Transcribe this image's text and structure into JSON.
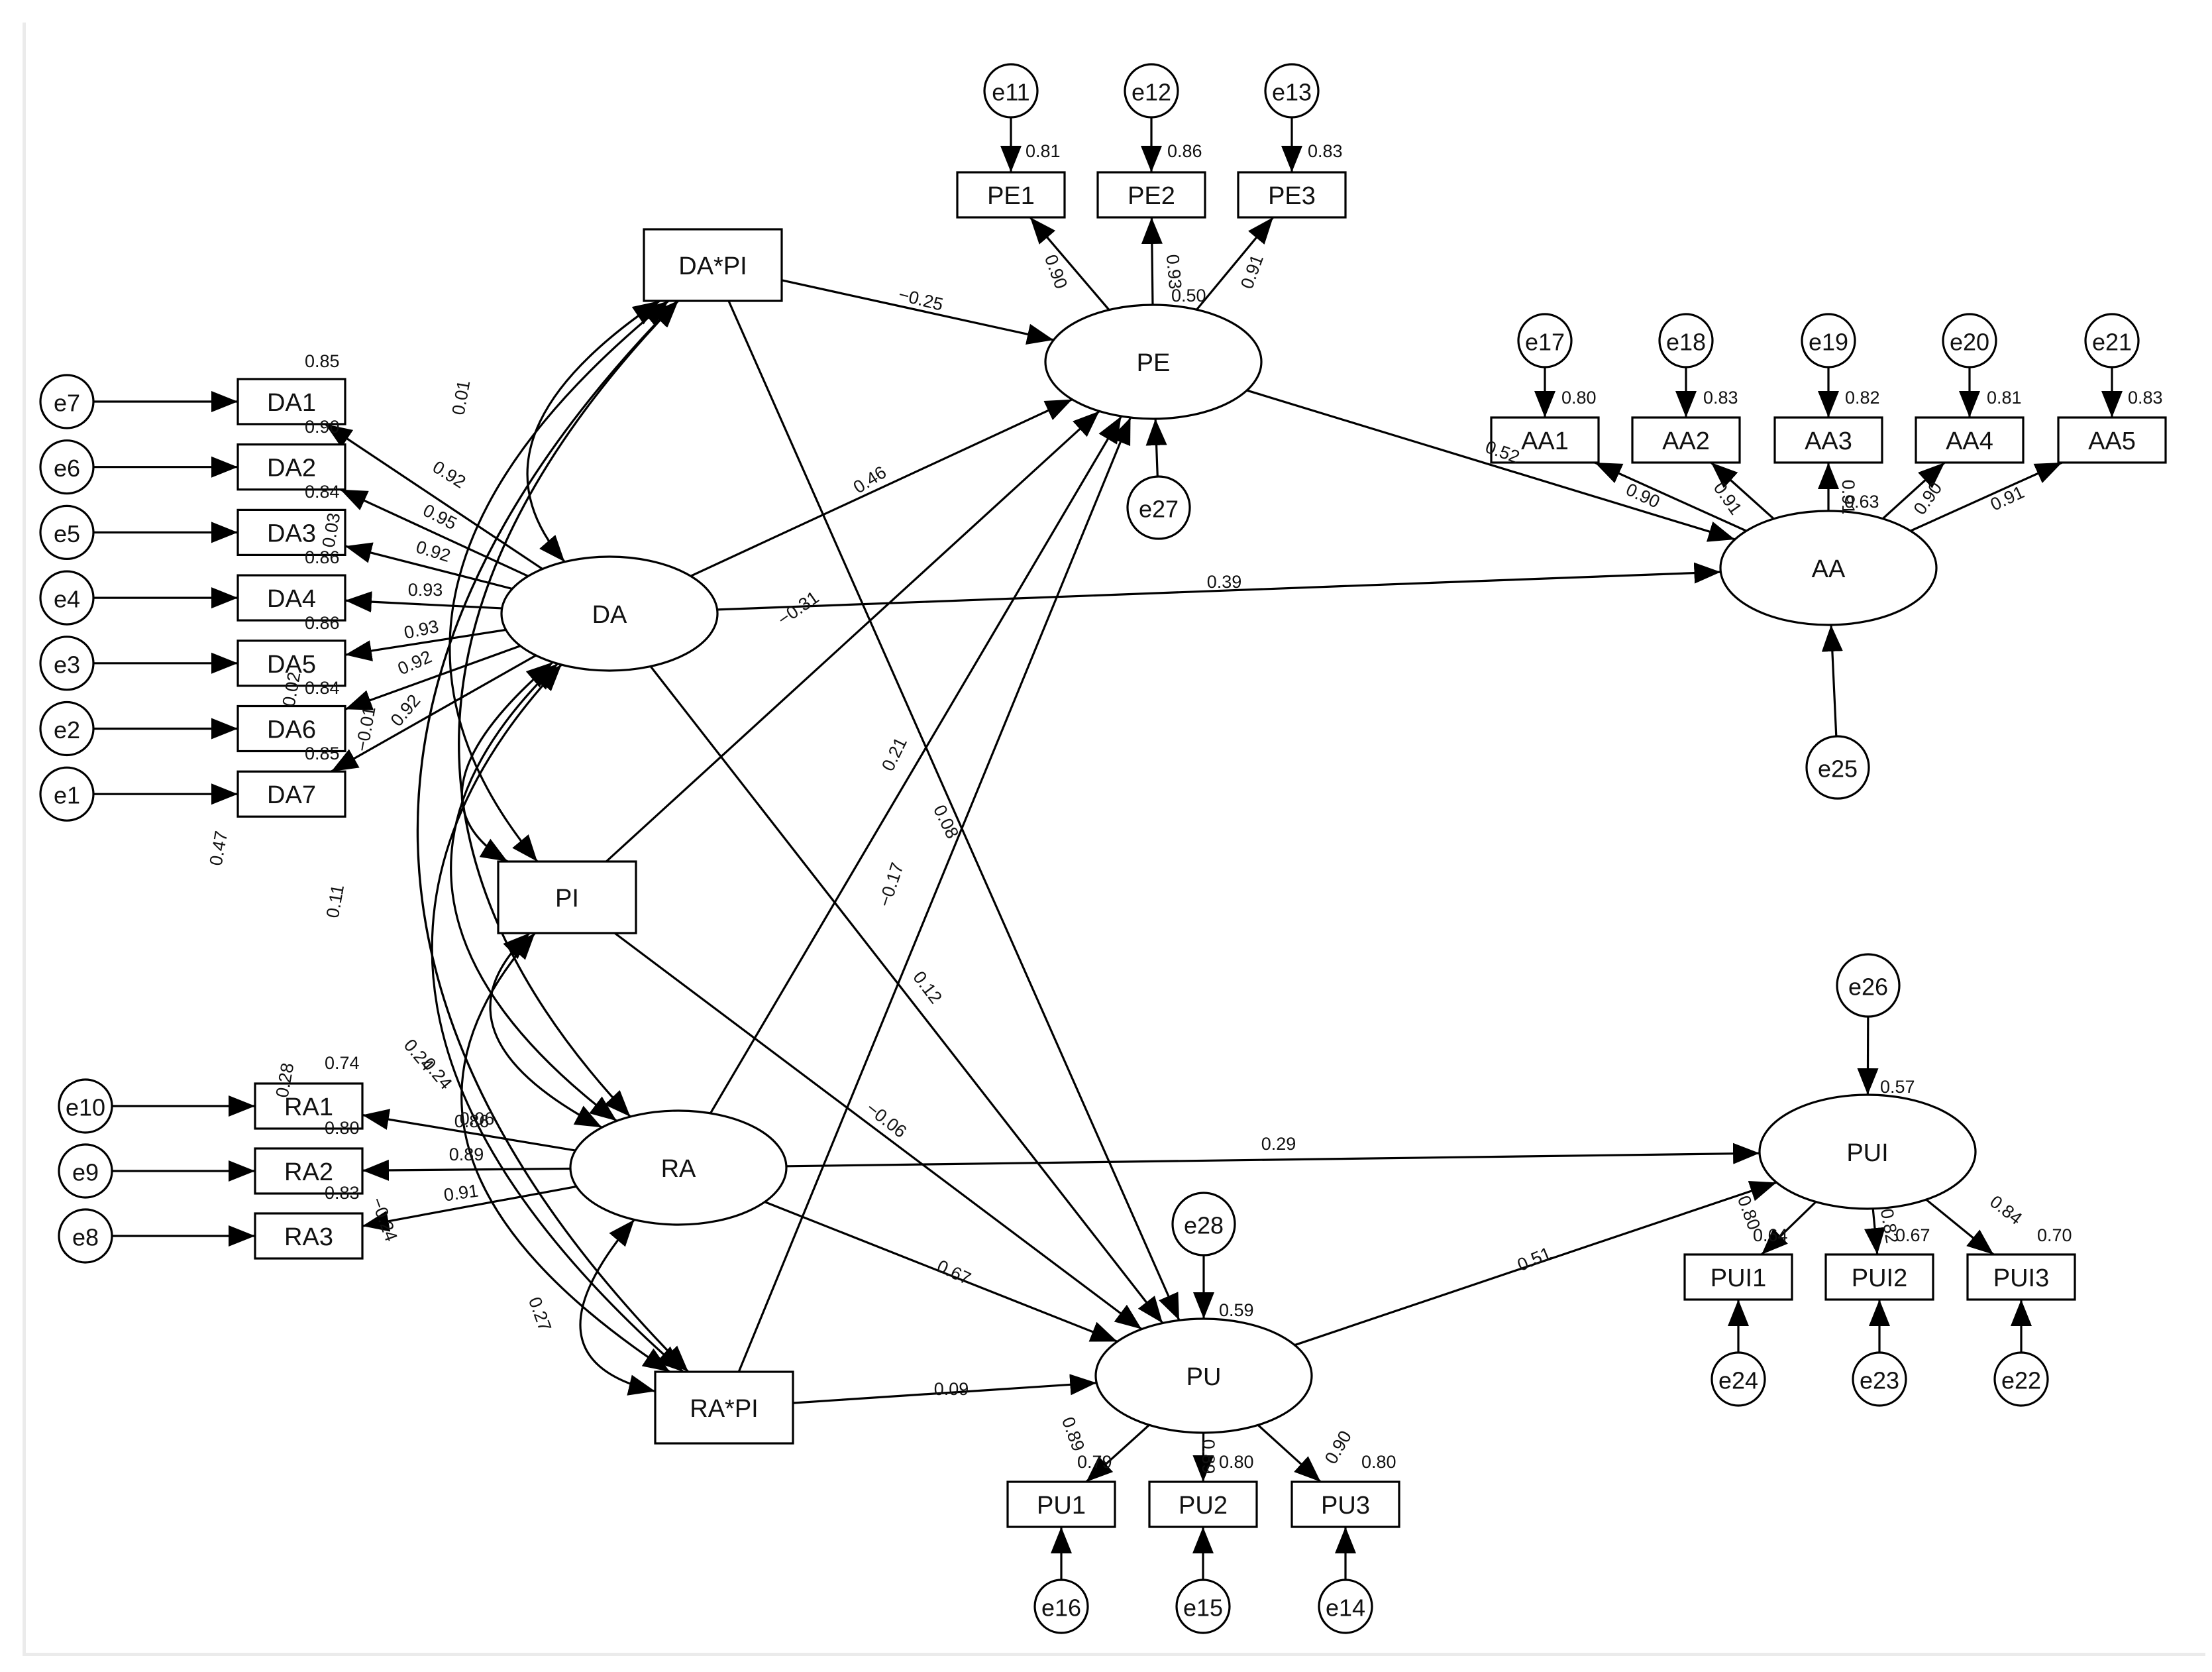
{
  "observed": [
    "DA*PI",
    "PE1",
    "PE2",
    "PE3",
    "AA1",
    "AA2",
    "AA3",
    "AA4",
    "AA5",
    "DA1",
    "DA2",
    "DA3",
    "DA4",
    "DA5",
    "DA6",
    "DA7",
    "PI",
    "RA1",
    "RA2",
    "RA3",
    "RA*PI",
    "PU1",
    "PU2",
    "PU3",
    "PUI1",
    "PUI2",
    "PUI3"
  ],
  "latent": [
    "PE",
    "AA",
    "DA",
    "RA",
    "PU",
    "PUI"
  ],
  "errors": [
    "e11",
    "e12",
    "e13",
    "e17",
    "e18",
    "e19",
    "e20",
    "e21",
    "e27",
    "e25",
    "e7",
    "e6",
    "e5",
    "e4",
    "e3",
    "e2",
    "e1",
    "e26",
    "e10",
    "e9",
    "e8",
    "e28",
    "e16",
    "e15",
    "e14",
    "e24",
    "e23",
    "e22"
  ],
  "paths": [
    {
      "from": "DA*PI",
      "to": "PE",
      "label": "−0.25"
    },
    {
      "from": "DA*PI",
      "to": "PU",
      "label": "0.08"
    },
    {
      "from": "DA",
      "to": "PE",
      "label": "0.46"
    },
    {
      "from": "DA",
      "to": "AA",
      "label": "0.39"
    },
    {
      "from": "DA",
      "to": "PU",
      "label": "0.12"
    },
    {
      "from": "PI",
      "to": "PE",
      "label": "−0.31"
    },
    {
      "from": "PI",
      "to": "PU",
      "label": "−0.06"
    },
    {
      "from": "RA",
      "to": "PE",
      "label": "0.21"
    },
    {
      "from": "RA",
      "to": "PUI",
      "label": "0.29"
    },
    {
      "from": "RA",
      "to": "PU",
      "label": "0.67"
    },
    {
      "from": "RA*PI",
      "to": "PE",
      "label": "−0.17"
    },
    {
      "from": "RA*PI",
      "to": "PU",
      "label": "0.09"
    },
    {
      "from": "PE",
      "to": "AA",
      "label": "0.52"
    },
    {
      "from": "PU",
      "to": "PUI",
      "label": "0.51"
    }
  ],
  "loadings": {
    "PE": [
      "0.90",
      "0.93",
      "0.91"
    ],
    "AA": [
      "0.90",
      "0.91",
      "0.91",
      "0.90",
      "0.91"
    ],
    "DA": [
      "0.92",
      "0.95",
      "0.92",
      "0.93",
      "0.93",
      "0.92",
      "0.92"
    ],
    "RA": [
      "0.86",
      "0.89",
      "0.91"
    ],
    "PU": [
      "0.89",
      "0.89",
      "0.90"
    ],
    "PUI": [
      "0.80",
      "0.82",
      "0.84"
    ]
  },
  "squared_multiple_correlations": {
    "PE1": "0.81",
    "PE2": "0.86",
    "PE3": "0.83",
    "PE": "0.50",
    "AA1": "0.80",
    "AA2": "0.83",
    "AA3": "0.82",
    "AA4": "0.81",
    "AA5": "0.83",
    "AA": "0.63",
    "DA1": "0.85",
    "DA2": "0.90",
    "DA3": "0.84",
    "DA4": "0.86",
    "DA5": "0.86",
    "DA6": "0.84",
    "DA7": "0.85",
    "RA1": "0.74",
    "RA2": "0.80",
    "RA3": "0.83",
    "PU1": "0.79",
    "PU2": "0.80",
    "PU3": "0.80",
    "PU": "0.59",
    "PUI1": "0.64",
    "PUI2": "0.67",
    "PUI3": "0.70",
    "PUI": "0.57"
  },
  "covariances": [
    "0.01",
    "0.03",
    "0.02",
    "0.47",
    "0.11",
    "0.24",
    "0.24",
    "0.28",
    "−0.24",
    "0.27",
    "−0.01",
    "0.06"
  ]
}
